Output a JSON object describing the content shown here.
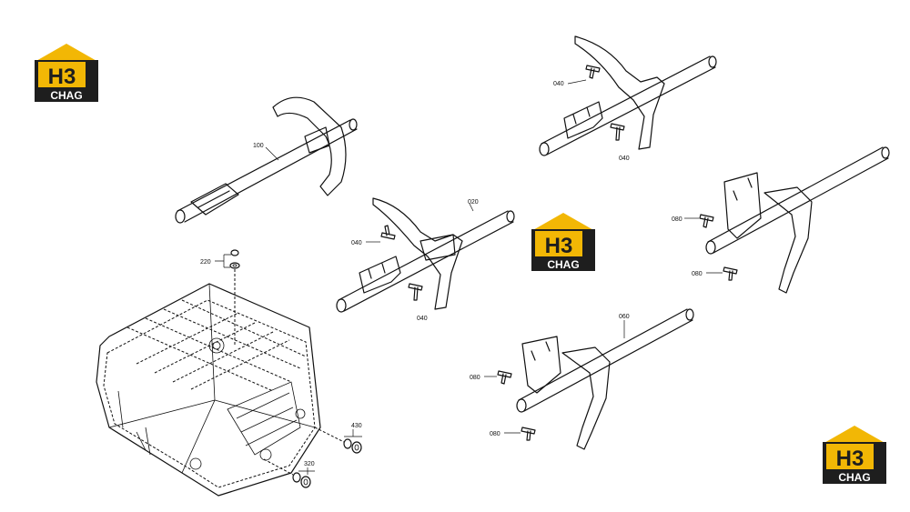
{
  "logo": {
    "letters": "H3",
    "wordmark": "CHAG",
    "colors": {
      "roof": "#f2b705",
      "body": "#1e1e1e",
      "letter": "#ffffff"
    }
  },
  "callouts": {
    "c100": "100",
    "c020": "020",
    "c060": "060",
    "c220": "220",
    "c430": "430",
    "c320": "320",
    "c040_a": "040",
    "c040_b": "040",
    "c040_c": "040",
    "c040_d": "040",
    "c080_a": "080",
    "c080_b": "080",
    "c080_c": "080",
    "c080_d": "080"
  }
}
